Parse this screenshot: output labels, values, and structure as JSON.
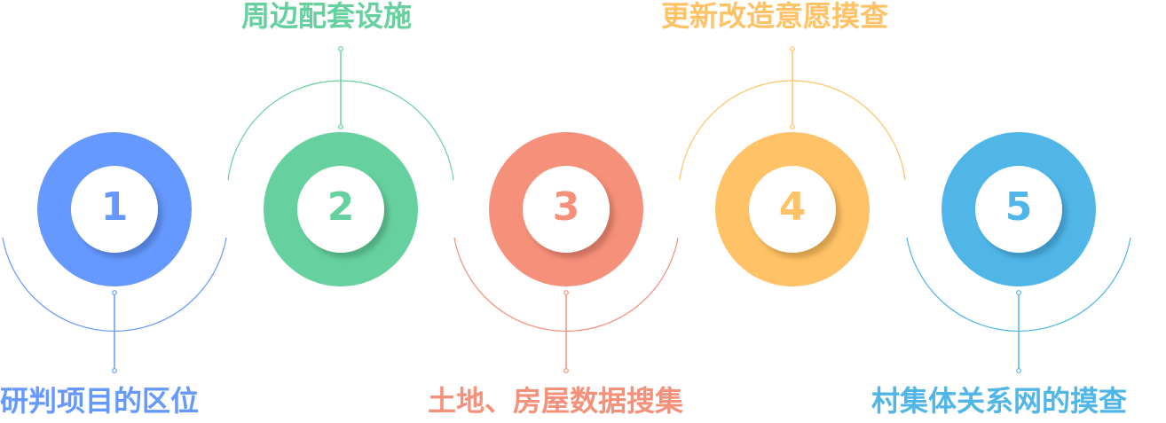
{
  "diagram": {
    "type": "numbered-process-steps",
    "steps": [
      {
        "number": "1",
        "label": "研判项目的区位",
        "color": "#6699FF",
        "shadow": "#4A72C8",
        "label_position": "bottom"
      },
      {
        "number": "2",
        "label": "周边配套设施",
        "color": "#66D19E",
        "shadow": "#4CA47A",
        "label_position": "top"
      },
      {
        "number": "3",
        "label": "土地、房屋数据搜集",
        "color": "#F5907A",
        "shadow": "#C8705E",
        "label_position": "bottom"
      },
      {
        "number": "4",
        "label": "更新改造意愿摸查",
        "color": "#FFC266",
        "shadow": "#D39A45",
        "label_position": "top"
      },
      {
        "number": "5",
        "label": "村集体关系网的摸查",
        "color": "#50B6E8",
        "shadow": "#3A8DBA",
        "label_position": "bottom"
      }
    ]
  }
}
